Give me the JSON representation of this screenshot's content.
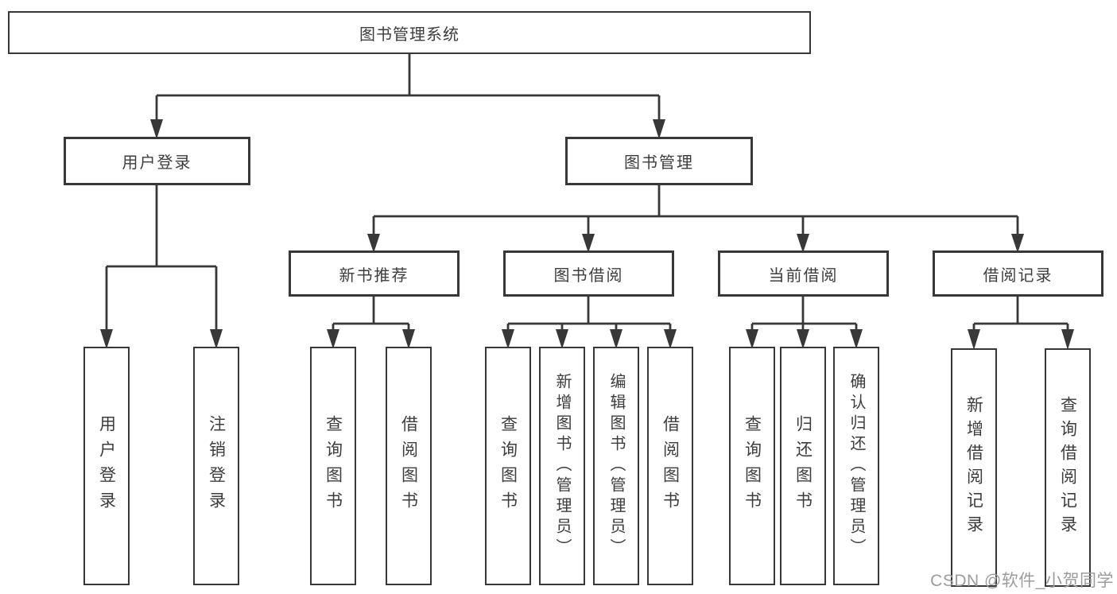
{
  "diagram": {
    "root": "图书管理系统",
    "level2": {
      "user_login": "用户登录",
      "book_management": "图书管理"
    },
    "level3": {
      "new_book_recommend": "新书推荐",
      "book_borrowing": "图书借阅",
      "current_borrowing": "当前借阅",
      "borrowing_records": "借阅记录"
    },
    "leaves": {
      "user_login": "用户登录",
      "logout": "注销登录",
      "query_books_1": "查询图书",
      "borrow_books_1": "借阅图书",
      "query_books_2": "查询图书",
      "add_books_admin": "新增图书（管理员）",
      "edit_books_admin": "编辑图书（管理员）",
      "borrow_books_2": "借阅图书",
      "query_books_3": "查询图书",
      "return_books": "归还图书",
      "confirm_return_admin": "确认归还（管理员）",
      "add_borrow_record": "新增借阅记录",
      "query_borrow_record": "查询借阅记录"
    },
    "hierarchy": {
      "图书管理系统": {
        "用户登录": [
          "用户登录",
          "注销登录"
        ],
        "图书管理": {
          "新书推荐": [
            "查询图书",
            "借阅图书"
          ],
          "图书借阅": [
            "查询图书",
            "新增图书（管理员）",
            "编辑图书（管理员）",
            "借阅图书"
          ],
          "当前借阅": [
            "查询图书",
            "归还图书",
            "确认归还（管理员）"
          ],
          "借阅记录": [
            "新增借阅记录",
            "查询借阅记录"
          ]
        }
      }
    }
  },
  "watermark": "CSDN @软件_小贺同学",
  "colors": {
    "line": "#383838",
    "box_border": "#383838",
    "box_background": "#ffffff",
    "label_text": "#3d3d3d",
    "watermark_text": "#9c9c9c",
    "page_background": "#ffffff"
  }
}
